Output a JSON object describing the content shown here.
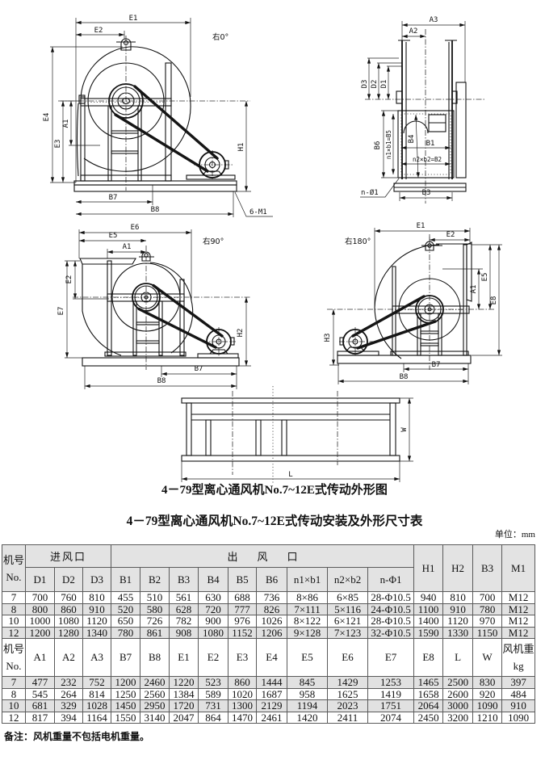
{
  "drawings": {
    "right_0": {
      "orientation": "右0°",
      "labels": {
        "E1": "E1",
        "E2": "E2",
        "E3": "E3",
        "E4": "E4",
        "A1": "A1",
        "H1": "H1",
        "B7": "B7",
        "B8": "B8",
        "bolts": "6-M1"
      }
    },
    "side_view": {
      "labels": {
        "A3": "A3",
        "A2": "A2",
        "D1": "D1",
        "D2": "D2",
        "D3": "D3",
        "B6": "B6",
        "B5": "n1×b1=B5",
        "B4": "B4",
        "B1": "B1",
        "B2": "n2×b2=B2",
        "B3": "B3",
        "holes": "n-Ø1"
      }
    },
    "right_90": {
      "orientation": "右90°",
      "labels": {
        "E6": "E6",
        "E5": "E5",
        "A1": "A1",
        "E2": "E2",
        "E7": "E7",
        "H2": "H2",
        "B7": "B7",
        "B8": "B8"
      }
    },
    "right_180": {
      "orientation": "右180°",
      "labels": {
        "E1": "E1",
        "E2": "E2",
        "A1": "A1",
        "E5": "E5",
        "E8": "E8",
        "H3": "H3",
        "B7": "B7",
        "B8": "B8"
      }
    },
    "base_plan": {
      "labels": {
        "W": "W",
        "L": "L"
      }
    }
  },
  "figure_caption": "4－79型离心通风机No.7~12E式传动外形图",
  "table": {
    "title": "4－79型离心通风机No.7~12E式传动安装及外形尺寸表",
    "unit": "单位：mm",
    "section1": {
      "model_label": "机号",
      "model_label_en": "No.",
      "group_inlet": "进风口",
      "group_outlet": "出风口",
      "columns": [
        "D1",
        "D2",
        "D3",
        "B1",
        "B2",
        "B3",
        "B4",
        "B5",
        "B6",
        "n1×b1",
        "n2×b2",
        "n-Φ1",
        "H1",
        "H2",
        "B3",
        "M1"
      ],
      "rows": [
        {
          "no": "7",
          "values": [
            "700",
            "760",
            "810",
            "455",
            "510",
            "561",
            "630",
            "688",
            "736",
            "8×86",
            "6×85",
            "28-Φ10.5",
            "940",
            "810",
            "700",
            "M12"
          ]
        },
        {
          "no": "8",
          "values": [
            "800",
            "860",
            "910",
            "520",
            "580",
            "628",
            "720",
            "777",
            "826",
            "7×111",
            "5×116",
            "24-Φ10.5",
            "1100",
            "910",
            "780",
            "M12"
          ]
        },
        {
          "no": "10",
          "values": [
            "1000",
            "1080",
            "1120",
            "650",
            "726",
            "782",
            "900",
            "976",
            "1026",
            "8×122",
            "6×121",
            "28-Φ10.5",
            "1400",
            "1120",
            "970",
            "M12"
          ]
        },
        {
          "no": "12",
          "values": [
            "1200",
            "1280",
            "1340",
            "780",
            "861",
            "908",
            "1080",
            "1152",
            "1206",
            "9×128",
            "7×123",
            "32-Φ10.5",
            "1590",
            "1330",
            "1150",
            "M12"
          ]
        }
      ]
    },
    "section2": {
      "model_label": "机号",
      "model_label_en": "No.",
      "columns": [
        "A1",
        "A2",
        "A3",
        "B7",
        "B8",
        "E1",
        "E2",
        "E3",
        "E4",
        "E5",
        "E6",
        "E7",
        "E8",
        "L",
        "W"
      ],
      "weight_label": "风机重",
      "weight_unit": "kg",
      "rows": [
        {
          "no": "7",
          "values": [
            "477",
            "232",
            "752",
            "1200",
            "2460",
            "1220",
            "523",
            "860",
            "1444",
            "845",
            "1429",
            "1253",
            "1465",
            "2500",
            "830",
            "397"
          ]
        },
        {
          "no": "8",
          "values": [
            "545",
            "264",
            "814",
            "1250",
            "2560",
            "1384",
            "589",
            "1020",
            "1687",
            "958",
            "1625",
            "1419",
            "1658",
            "2600",
            "920",
            "484"
          ]
        },
        {
          "no": "10",
          "values": [
            "681",
            "329",
            "1028",
            "1450",
            "2950",
            "1720",
            "731",
            "1300",
            "2129",
            "1194",
            "2023",
            "1751",
            "2064",
            "3000",
            "1090",
            "910"
          ]
        },
        {
          "no": "12",
          "values": [
            "817",
            "394",
            "1164",
            "1550",
            "3140",
            "2047",
            "864",
            "1470",
            "2461",
            "1420",
            "2411",
            "2074",
            "2450",
            "3200",
            "1210",
            "1090"
          ]
        }
      ]
    }
  },
  "note": "备注：风机重量不包括电机重量。"
}
